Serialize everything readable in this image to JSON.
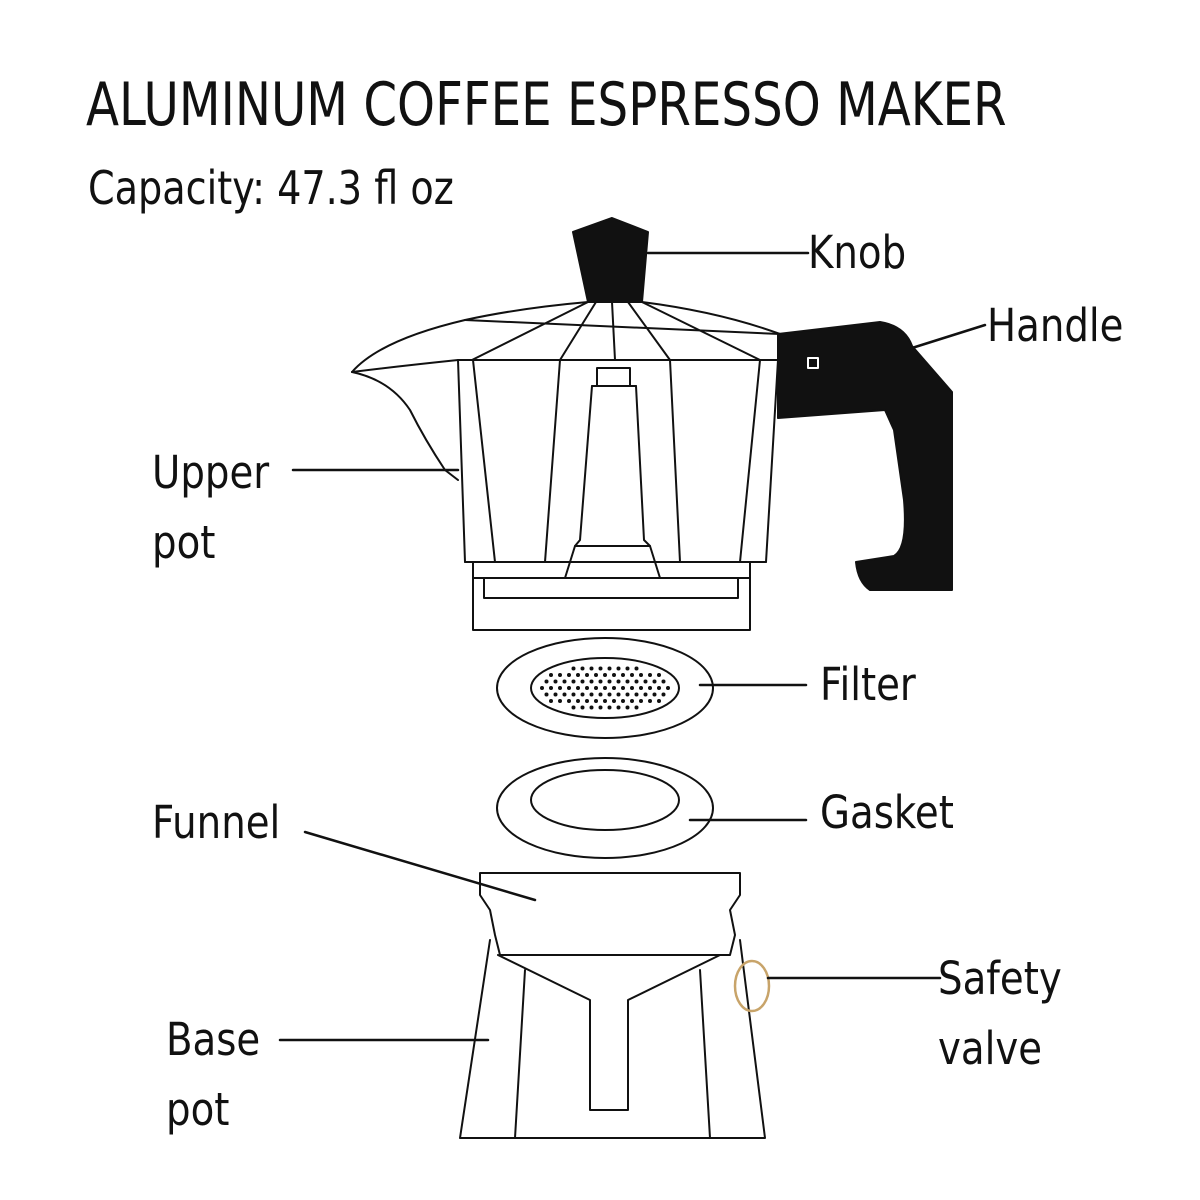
{
  "title": "ALUMINUM COFFEE ESPRESSO MAKER",
  "subtitle": "Capacity: 47.3 fl oz",
  "labels": {
    "knob": "Knob",
    "handle": "Handle",
    "upper_pot_line1": "Upper",
    "upper_pot_line2": "pot",
    "filter": "Filter",
    "gasket": "Gasket",
    "funnel": "Funnel",
    "safety_valve_line1": "Safety",
    "safety_valve_line2": "valve",
    "base_pot_line1": "Base",
    "base_pot_line2": "pot"
  },
  "colors": {
    "ink": "#111111",
    "valve_highlight": "#c8a46a",
    "background": "#ffffff"
  }
}
